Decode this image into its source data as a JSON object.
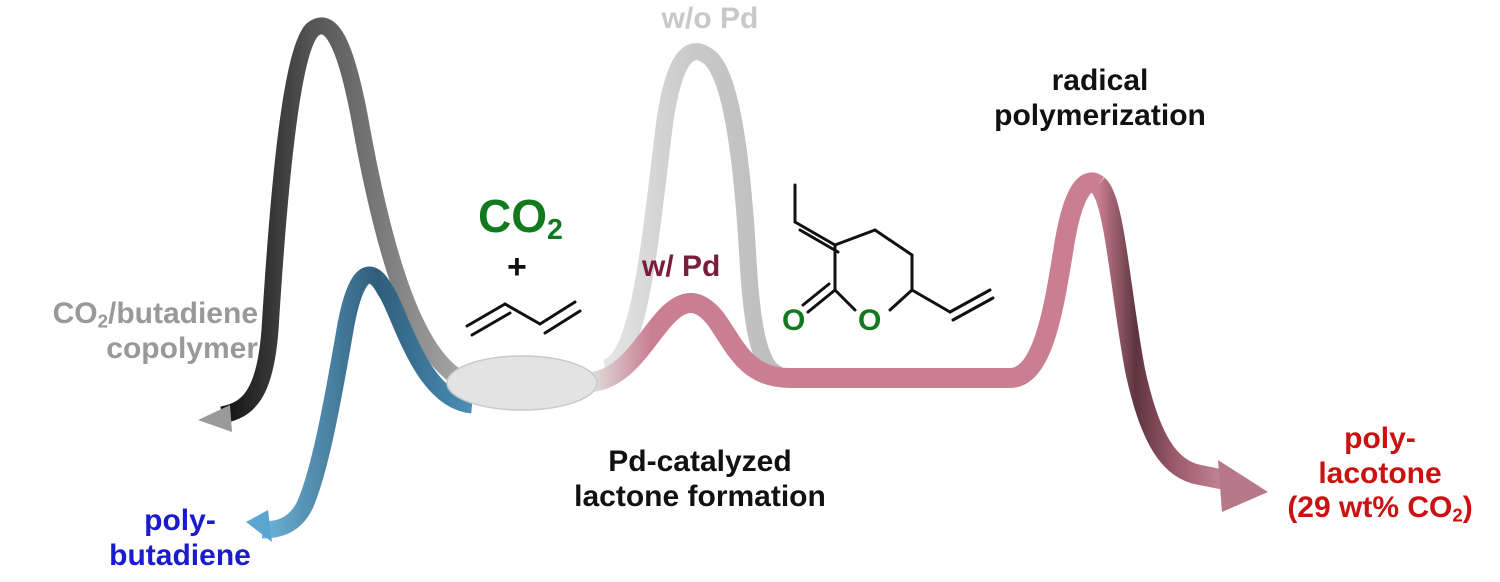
{
  "labels": {
    "wo_pd": "w/o Pd",
    "w_pd": "w/ Pd",
    "co2_main": "CO",
    "co2_sub": "2",
    "plus": "+",
    "copolymer_line1_pre": "CO",
    "copolymer_line1_sub": "2",
    "copolymer_line1_post": "/butadiene",
    "copolymer_line2": "copolymer",
    "polybutadiene_line1": "poly-",
    "polybutadiene_line2": "butadiene",
    "pd_catalyzed_line1": "Pd-catalyzed",
    "pd_catalyzed_line2": "lactone formation",
    "radical_line1": "radical",
    "radical_line2": "polymerization",
    "polylactone_line1": "poly-",
    "polylactone_line2": "lacotone",
    "polylactone_line3_pre": "(29 wt% CO",
    "polylactone_line3_sub": "2",
    "polylactone_line3_post": ")",
    "lactone_atom_o_carbonyl": "O",
    "lactone_atom_o_ring": "O"
  },
  "colors": {
    "gray_label": "#999999",
    "light_gray_label": "#c8c8c8",
    "green": "#117a1f",
    "blue": "#1a1ad0",
    "maroon": "#7a1c3e",
    "red": "#cc1111",
    "black": "#111111",
    "ribbon_pink": "#c97f91",
    "ribbon_pink_dark": "#5e3440",
    "ribbon_blue": "#5ba6d0",
    "ribbon_blue_dark": "#2a556f",
    "ribbon_gray": "#9a9a9a",
    "ribbon_black": "#111111",
    "ribbon_light": "#d4d4d4",
    "disc": "#e3e3e3"
  }
}
